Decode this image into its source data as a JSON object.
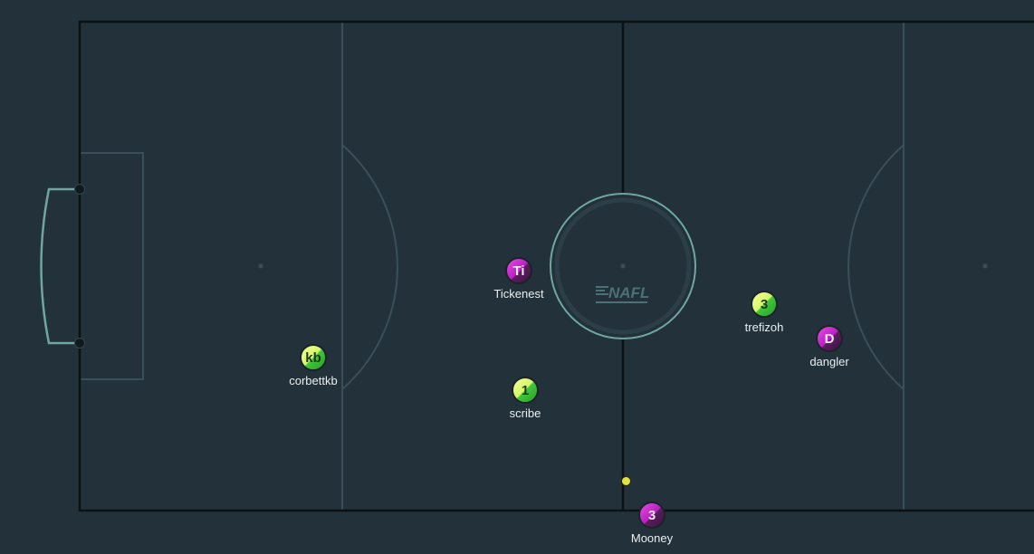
{
  "pitch": {
    "background": "#22313a",
    "line_color": "#0c1114",
    "marking_color": "#3a4f59",
    "goal_color": "#6fa7a0",
    "center_ring_color": "#6fa7a0",
    "logo_text": "NAFL",
    "logo_color": "#4d7077"
  },
  "players": [
    {
      "initials": "kb",
      "name": "corbettkb",
      "team": "green"
    },
    {
      "initials": "Ti",
      "name": "Tickenest",
      "team": "purple"
    },
    {
      "initials": "1",
      "name": "scribe",
      "team": "green"
    },
    {
      "initials": "3",
      "name": "trefizoh",
      "team": "green"
    },
    {
      "initials": "D",
      "name": "dangler",
      "team": "purple"
    },
    {
      "initials": "3",
      "name": "Mooney",
      "team": "purple"
    }
  ],
  "ball": {
    "color": "#e2e23a"
  },
  "teams": {
    "green": {
      "color_light": "#f6ff9a",
      "color_dark": "#2a9f2e"
    },
    "purple": {
      "color_light": "#e64fe6",
      "color_dark": "#3b1540"
    }
  }
}
